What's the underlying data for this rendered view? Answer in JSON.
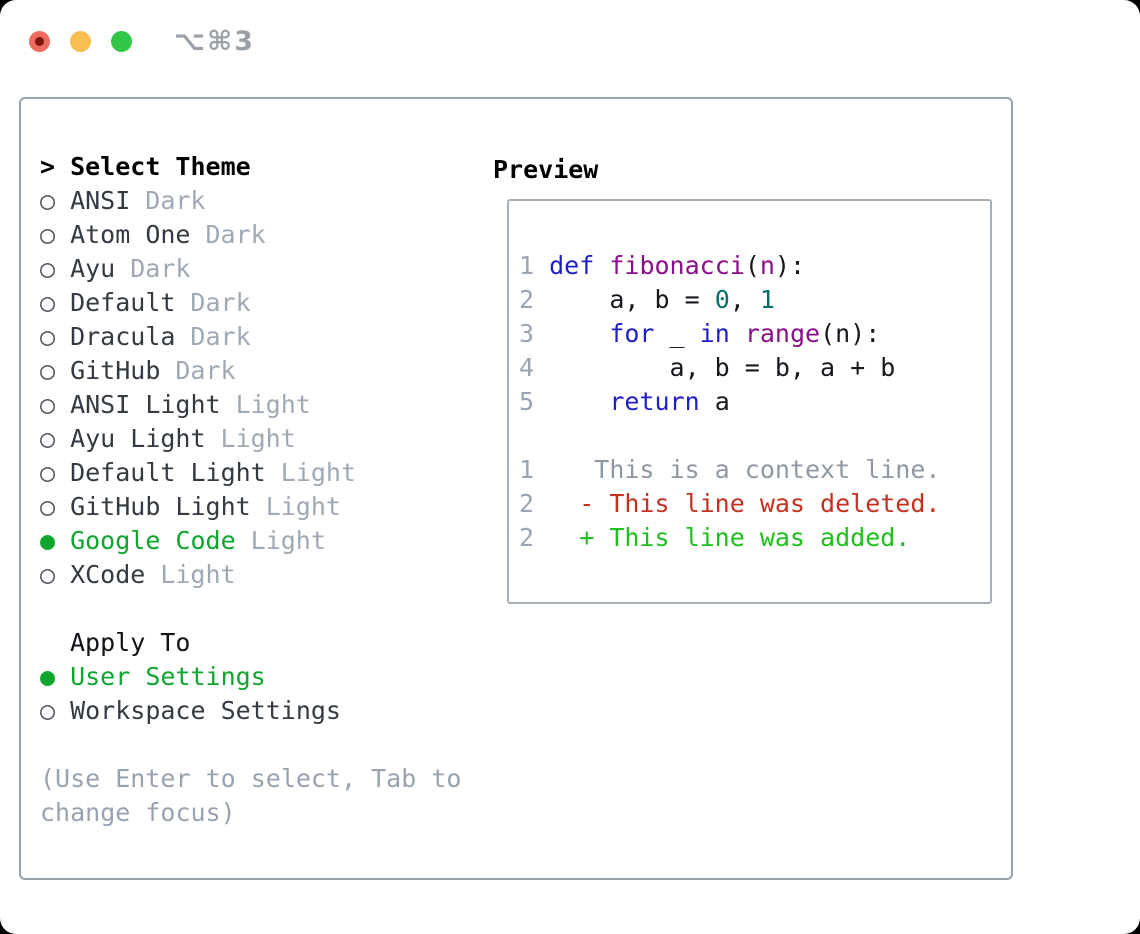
{
  "window": {
    "title": "⌥⌘3"
  },
  "colors": {
    "accent_green": "#0ea62e",
    "added_green": "#1ec01e",
    "deleted_red": "#c63120",
    "keyword_blue": "#1f1fc8",
    "name_purple": "#8a0f8a",
    "literal_teal": "#0b6c6c",
    "code_plain": "#16181d",
    "line_number_gray": "#9aa5b4",
    "context_gray": "#8e98a4",
    "item_text": "#343a42",
    "radio_gray": "#4d535c",
    "variant_gray": "#9fa9b6",
    "hint_gray": "#98a2b0",
    "panel_border": "#99a3ae",
    "preview_border": "#a7afba",
    "header_black": "#000000",
    "title_gray": "#9aa0a8",
    "traffic_red": "#ee6a5e",
    "traffic_red_dot": "#7e150d",
    "traffic_yellow": "#f6bf4f",
    "traffic_green": "#33c748"
  },
  "theme_selector": {
    "header_prefix": ">",
    "header": "Select Theme",
    "radio_unselected": "○",
    "radio_selected": "●",
    "themes": [
      {
        "name": "ANSI",
        "variant": "Dark",
        "selected": false
      },
      {
        "name": "Atom One",
        "variant": "Dark",
        "selected": false
      },
      {
        "name": "Ayu",
        "variant": "Dark",
        "selected": false
      },
      {
        "name": "Default",
        "variant": "Dark",
        "selected": false
      },
      {
        "name": "Dracula",
        "variant": "Dark",
        "selected": false
      },
      {
        "name": "GitHub",
        "variant": "Dark",
        "selected": false
      },
      {
        "name": "ANSI Light",
        "variant": "Light",
        "selected": false
      },
      {
        "name": "Ayu Light",
        "variant": "Light",
        "selected": false
      },
      {
        "name": "Default Light",
        "variant": "Light",
        "selected": false
      },
      {
        "name": "GitHub Light",
        "variant": "Light",
        "selected": false
      },
      {
        "name": "Google Code",
        "variant": "Light",
        "selected": true
      },
      {
        "name": "XCode",
        "variant": "Light",
        "selected": false
      }
    ],
    "apply_to": {
      "label": "Apply To",
      "options": [
        {
          "name": "User Settings",
          "selected": true
        },
        {
          "name": "Workspace Settings",
          "selected": false
        }
      ]
    },
    "hint_lines": [
      "(Use Enter to select, Tab to",
      "change focus)"
    ]
  },
  "preview": {
    "label": "Preview",
    "lines": [
      {
        "num": "1",
        "segs": [
          [
            " ",
            "pl"
          ],
          [
            "def",
            "kw"
          ],
          [
            " ",
            "pl"
          ],
          [
            "fibonacci",
            "fn"
          ],
          [
            "(",
            "pl"
          ],
          [
            "n",
            "fn"
          ],
          [
            "):",
            "pl"
          ]
        ]
      },
      {
        "num": "2",
        "segs": [
          [
            "     a, b = ",
            "pl"
          ],
          [
            "0",
            "lit"
          ],
          [
            ", ",
            "pl"
          ],
          [
            "1",
            "lit"
          ]
        ]
      },
      {
        "num": "3",
        "segs": [
          [
            "     ",
            "pl"
          ],
          [
            "for",
            "kw"
          ],
          [
            " _ ",
            "pl"
          ],
          [
            "in",
            "kw"
          ],
          [
            " ",
            "pl"
          ],
          [
            "range",
            "fn"
          ],
          [
            "(n):",
            "pl"
          ]
        ]
      },
      {
        "num": "4",
        "segs": [
          [
            "         a, b = b, a + b",
            "pl"
          ]
        ]
      },
      {
        "num": "5",
        "segs": [
          [
            "     ",
            "pl"
          ],
          [
            "return",
            "kw"
          ],
          [
            " a",
            "pl"
          ]
        ]
      },
      {
        "num": "",
        "segs": []
      },
      {
        "num": "1",
        "segs": [
          [
            "    This is a context line.",
            "ctx"
          ]
        ]
      },
      {
        "num": "2",
        "segs": [
          [
            "   - This line was deleted.",
            "del"
          ]
        ]
      },
      {
        "num": "2",
        "segs": [
          [
            "   + This line was added.",
            "add"
          ]
        ]
      }
    ]
  }
}
